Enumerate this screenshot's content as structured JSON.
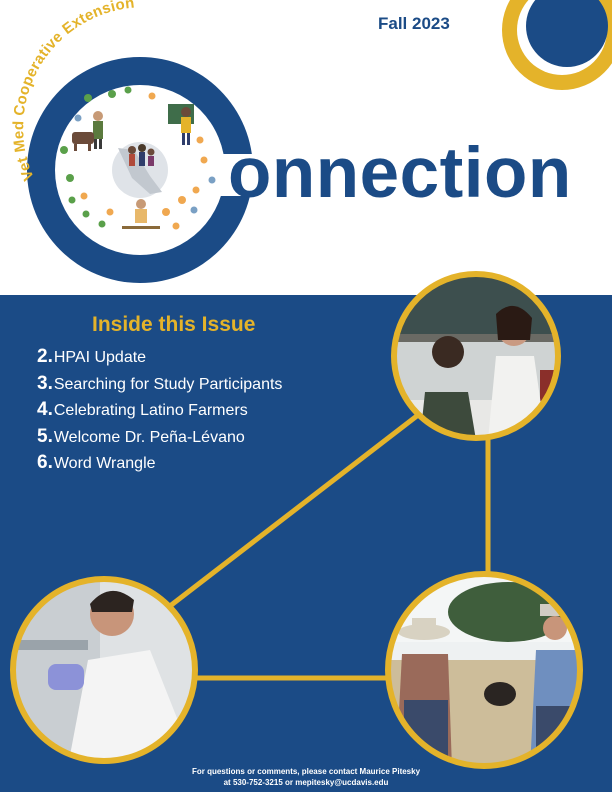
{
  "header": {
    "season": "Fall 2023",
    "arc_text": "Vet Med Cooperative Extension",
    "wordmark": "onnection"
  },
  "toc": {
    "title": "Inside this Issue",
    "items": [
      {
        "num": "2.",
        "text": "HPAI Update"
      },
      {
        "num": "3.",
        "text": "Searching for Study Participants"
      },
      {
        "num": "4.",
        "text": "Celebrating Latino Farmers"
      },
      {
        "num": "5.",
        "text": "Welcome Dr. Peña-Lévano"
      },
      {
        "num": "6.",
        "text": "Word Wrangle"
      }
    ]
  },
  "footer": {
    "line1": "For questions or comments, please contact Maurice Pitesky",
    "line2": "at 530-752-3215 or mepitesky@ucdavis.edu"
  },
  "colors": {
    "navy": "#1b4b86",
    "gold": "#e4b32a",
    "white": "#ffffff"
  },
  "icons": [
    "farmer-icon",
    "cow-icon",
    "teacher-icon",
    "family-icon",
    "california-map-icon",
    "scientist-icon",
    "microscope-icon",
    "plant-icon",
    "book-icon",
    "chart-icon"
  ]
}
